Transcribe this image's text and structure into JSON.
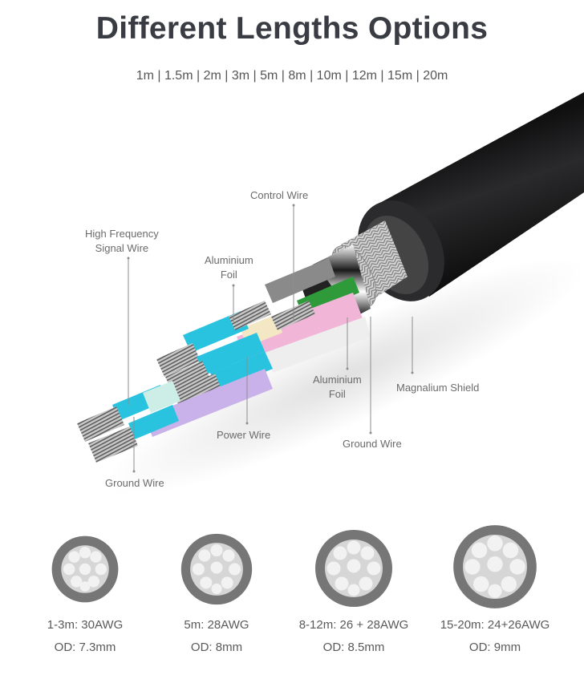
{
  "header": {
    "title": "Different Lengths Options",
    "lengths_line": "1m | 1.5m | 2m | 3m | 5m | 8m | 10m | 12m | 15m | 20m",
    "lengths": [
      "1m",
      "1.5m",
      "2m",
      "3m",
      "5m",
      "8m",
      "10m",
      "12m",
      "15m",
      "20m"
    ]
  },
  "callouts": {
    "control_wire": "Control Wire",
    "high_freq_line1": "High Frequency",
    "high_freq_line2": "Signal Wire",
    "alu_foil_top_line1": "Aluminium",
    "alu_foil_top_line2": "Foil",
    "alu_foil_bottom_line1": "Aluminium",
    "alu_foil_bottom_line2": "Foil",
    "magnalium_shield": "Magnalium Shield",
    "power_wire": "Power Wire",
    "ground_wire_right": "Ground Wire",
    "ground_wire_left": "Ground Wire"
  },
  "colors": {
    "title": "#3a3c44",
    "jacket": "#1b1b1d",
    "signal_blue": "#29c3e0",
    "power_pink": "#f1b5d8",
    "power_purple": "#c9b2ea",
    "control_green": "#2e9a3a",
    "control_red": "#d0202a",
    "gauge_ring": "#767676",
    "gauge_core": "#d6d6d6",
    "gauge_strand": "#f2f2f2"
  },
  "gauges": [
    {
      "spec": "1-3m: 30AWG",
      "od": "OD: 7.3mm"
    },
    {
      "spec": "5m: 28AWG",
      "od": "OD: 8mm"
    },
    {
      "spec": "8-12m: 26 + 28AWG",
      "od": "OD: 8.5mm"
    },
    {
      "spec": "15-20m: 24+26AWG",
      "od": "OD: 9mm"
    }
  ]
}
